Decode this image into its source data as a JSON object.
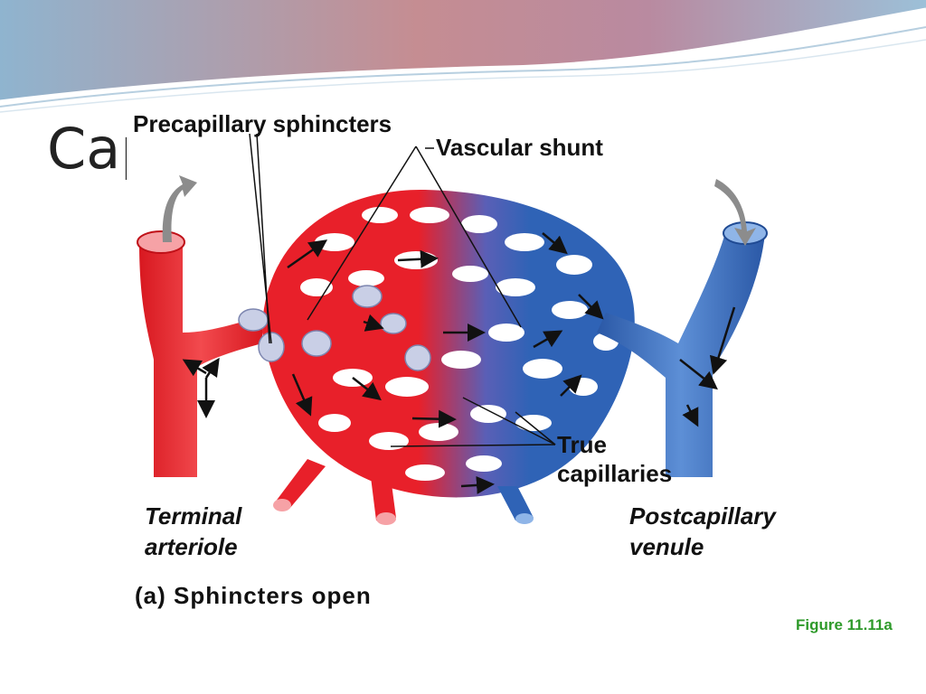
{
  "slide": {
    "title": "Cap",
    "figure_ref": "Figure 11.11a"
  },
  "figure": {
    "labels": {
      "precapillary_sphincters": "Precapillary sphincters",
      "vascular_shunt": "Vascular shunt",
      "true_capillaries_line1": "True",
      "true_capillaries_line2": "capillaries",
      "terminal_arteriole_line1": "Terminal",
      "terminal_arteriole_line2": "arteriole",
      "postcapillary_venule_line1": "Postcapillary",
      "postcapillary_venule_line2": "venule"
    },
    "caption": "(a) Sphincters open",
    "colors": {
      "arterial": "#e8202a",
      "venous": "#2f63b6",
      "sphincter": "#c9cfe6",
      "flow_arrow": "#8c8c8c",
      "figure_ref": "#2e9a2a"
    }
  }
}
